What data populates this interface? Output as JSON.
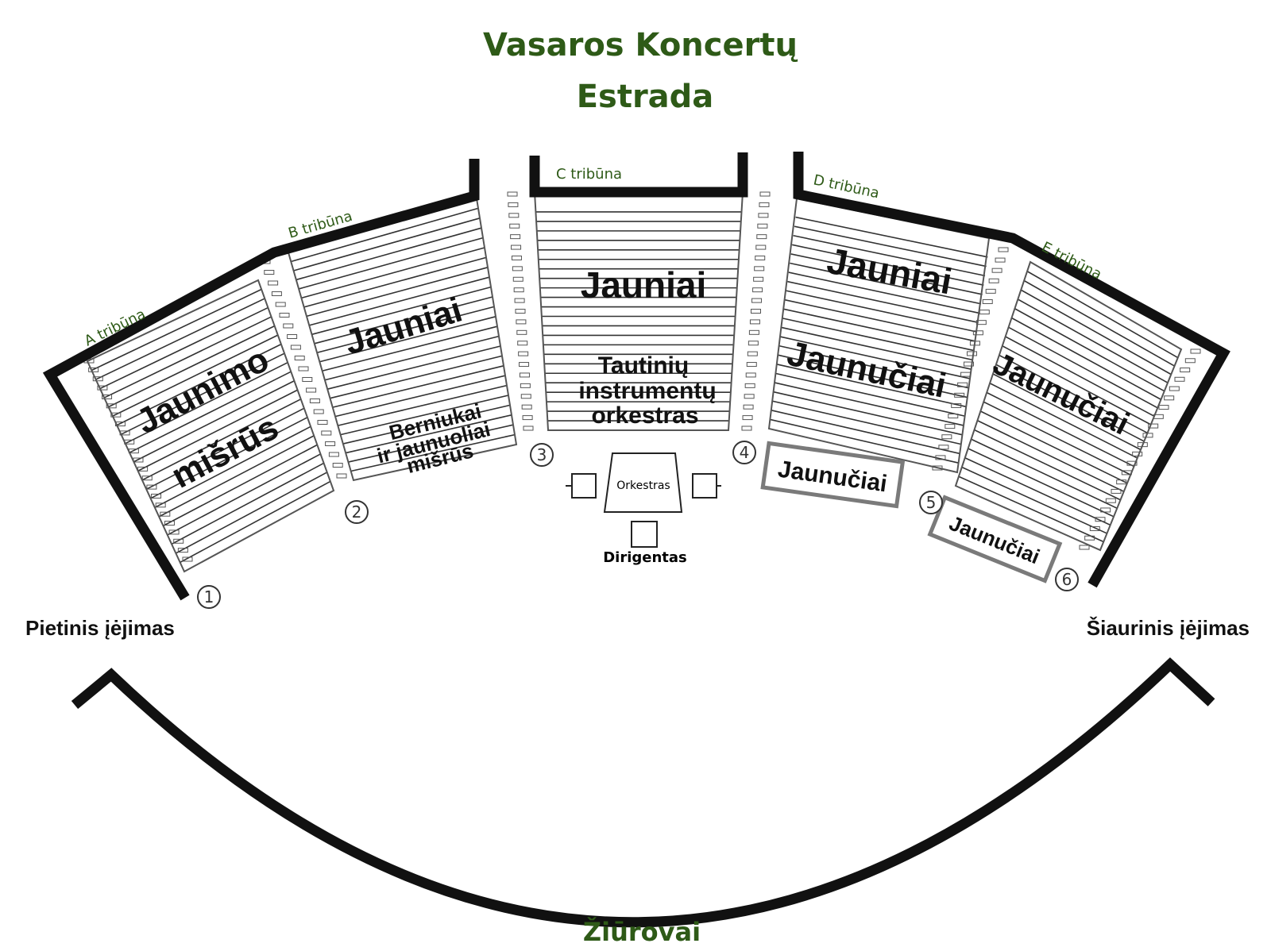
{
  "title": {
    "line1": "Vasaros Koncertų",
    "line2": "Estrada"
  },
  "colors": {
    "title_green": "#2e5a17",
    "wall": "#111111",
    "box_border": "#7a7a7a"
  },
  "stands": {
    "a": {
      "name": "A tribūna",
      "label1": "Jaunimo",
      "label2": "mišrūs"
    },
    "b": {
      "name": "B tribūna",
      "label1": "Jauniai",
      "label2": "Berniukai",
      "label3": "ir jaunuoliai",
      "label4": "mišrūs"
    },
    "c": {
      "name": "C tribūna",
      "label1": "Jauniai",
      "label2": "Tautinių",
      "label3": "instrumentų",
      "label4": "orkestras"
    },
    "d": {
      "name": "D tribūna",
      "label1": "Jauniai",
      "label2": "Jaunučiai",
      "box_label": "Jaunučiai"
    },
    "e": {
      "name": "E tribūna",
      "label1": "Jaunučiai",
      "box_label": "Jaunučiai"
    }
  },
  "gates": [
    "1",
    "2",
    "3",
    "4",
    "5",
    "6"
  ],
  "stage": {
    "orchestra_label": "Orkestras",
    "conductor_label": "Dirigentas"
  },
  "entrances": {
    "south": "Pietinis įėjimas",
    "north": "Šiaurinis įėjimas"
  },
  "audience": "Žiūrovai"
}
